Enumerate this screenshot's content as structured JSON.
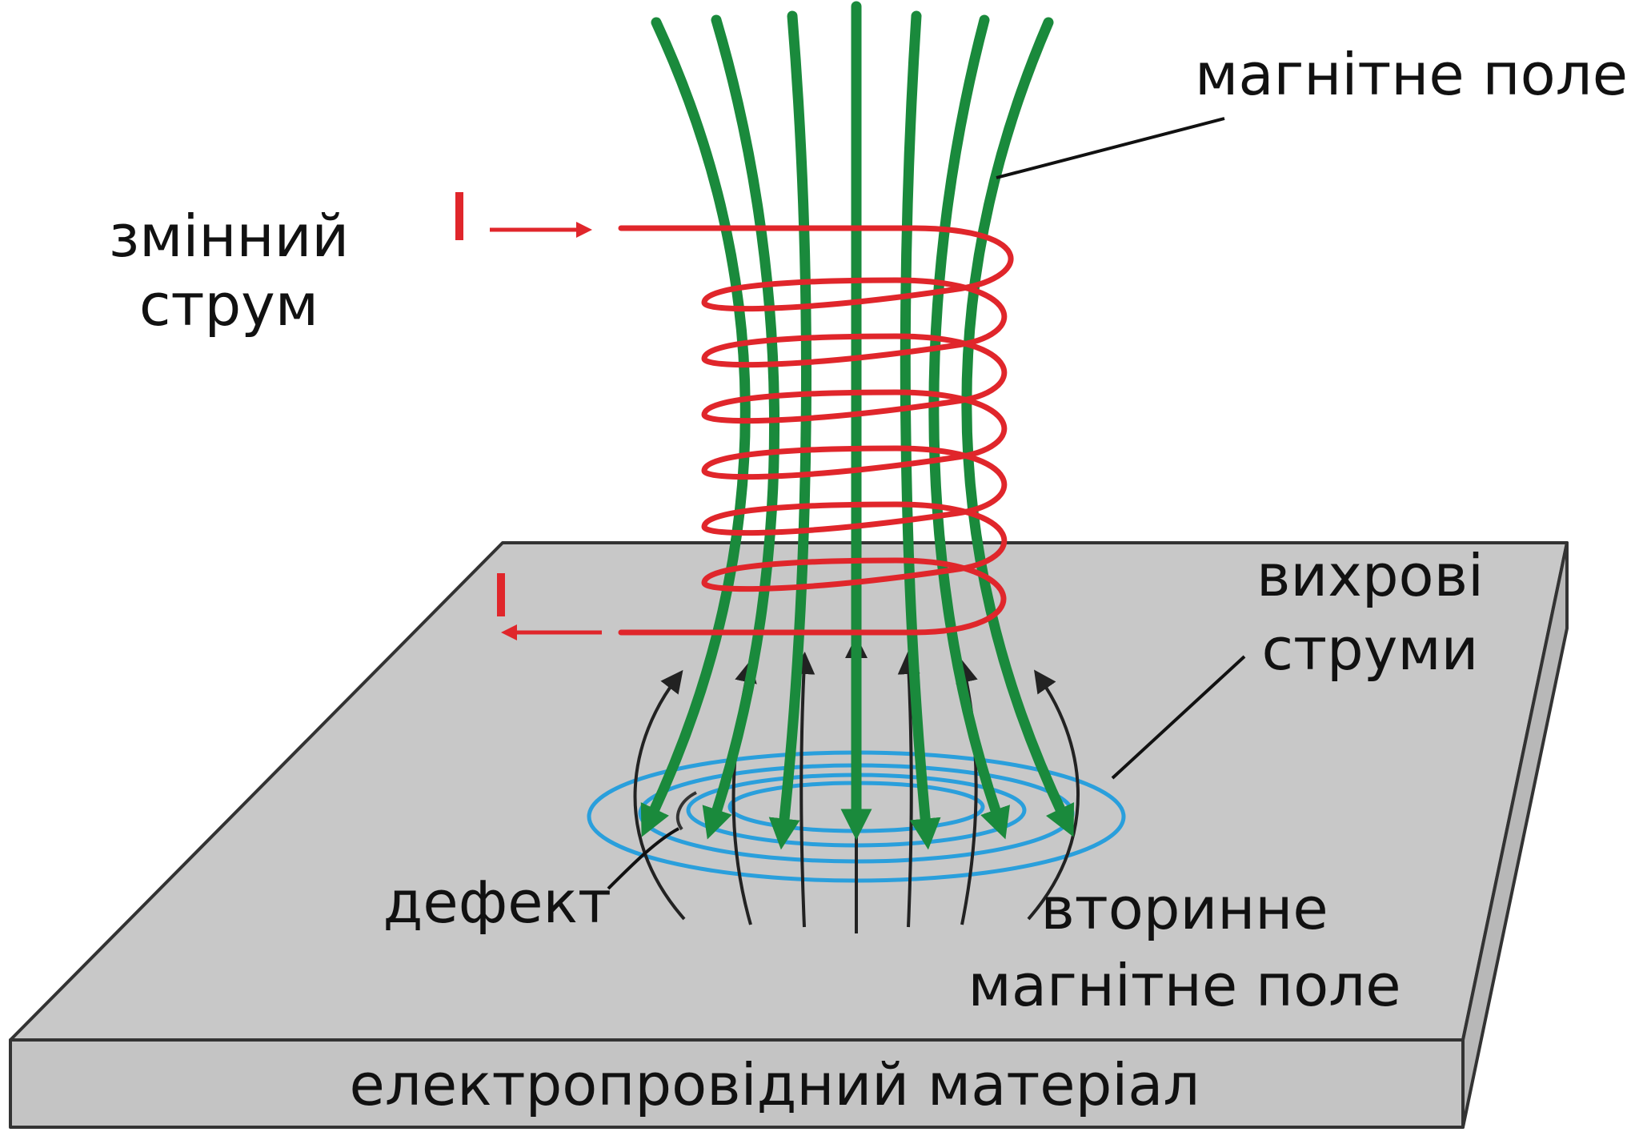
{
  "labels": {
    "magnetic_field": "магнітне поле",
    "alternating_current_line1": "змінний",
    "alternating_current_line2": "струм",
    "current_in": "I",
    "current_out": "I",
    "eddy_currents_line1": "вихрові",
    "eddy_currents_line2": "струми",
    "defect": "дефект",
    "secondary_field_line1": "вторинне",
    "secondary_field_line2": "магнітне поле",
    "material": "електропровідний матеріал"
  },
  "colors": {
    "coil": "#e0262b",
    "primary_field": "#1a8a3c",
    "eddy_currents": "#2a9fdc",
    "secondary_field": "#222222",
    "plate_top": "#c8c8c8",
    "plate_side": "#bdbdbd",
    "leader_lines": "#111111"
  },
  "components": {
    "coil_turns": 6,
    "primary_field_lines": 7,
    "eddy_current_loops": 4,
    "secondary_field_lines": 7
  }
}
